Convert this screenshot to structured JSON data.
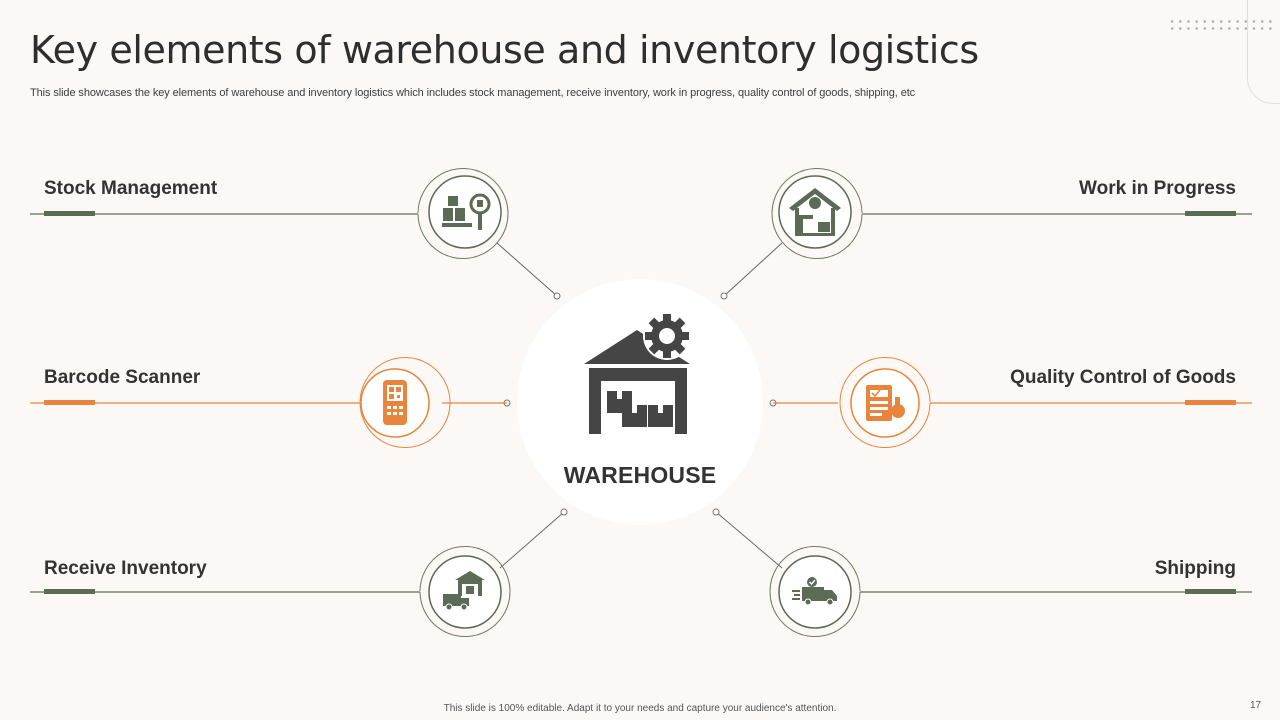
{
  "slide": {
    "title": "Key elements of warehouse and inventory logistics",
    "subtitle": "This slide showcases the key elements of warehouse and inventory logistics which includes stock management, receive inventory,  work in progress, quality control of goods, shipping, etc",
    "center_label": "WAREHOUSE",
    "footer": "This slide is 100% editable.  Adapt it to your needs and capture your audience's attention.",
    "page_number": "17"
  },
  "elements": {
    "stock_management": {
      "label": "Stock Management",
      "icon": "stock-management-icon"
    },
    "work_in_progress": {
      "label": "Work in Progress",
      "icon": "warehouse-robot-icon"
    },
    "barcode_scanner": {
      "label": "Barcode Scanner",
      "icon": "barcode-scanner-icon"
    },
    "quality_control": {
      "label": "Quality Control of Goods",
      "icon": "quality-check-icon"
    },
    "receive_inventory": {
      "label": "Receive Inventory",
      "icon": "delivery-truck-warehouse-icon"
    },
    "shipping": {
      "label": "Shipping",
      "icon": "shipping-truck-icon"
    }
  },
  "colors": {
    "green": "#5c6b55",
    "orange": "#e8843c",
    "text": "#333333",
    "background": "#fcf8f5",
    "center_icon": "#454545"
  }
}
